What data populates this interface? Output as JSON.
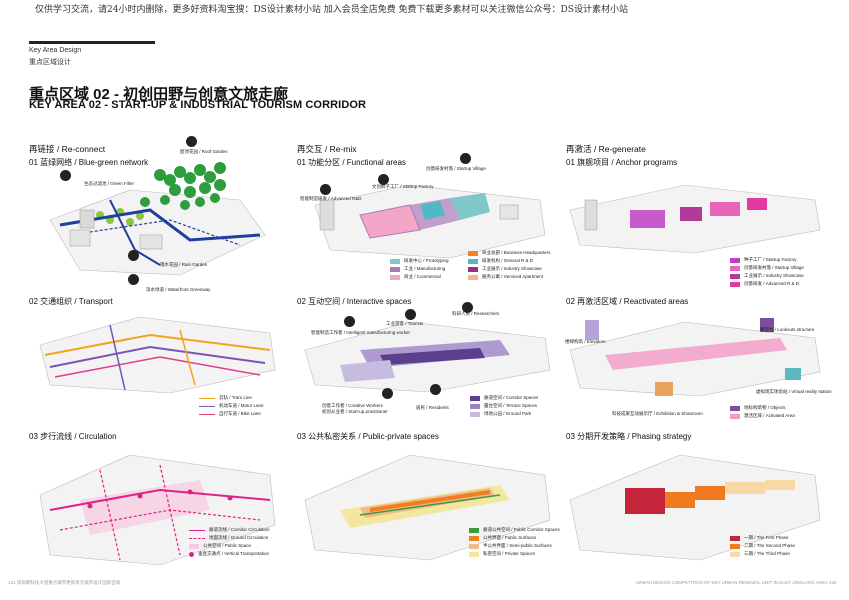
{
  "watermark": "仅供学习交流，请24小时内删除，更多好资料淘宝搜：DS设计素材小站 加入会员全店免费 免费下载更多素材可以关注微信公众号：DS设计素材小站",
  "header": {
    "section_en": "Key Area Design",
    "section_cn": "重点区域设计",
    "title_cn": "重点区域 02 - 初创田野与创意文旅走廊",
    "title_en": "KEY AREA 02 - START-UP & INDUSTRIAL TOURISM CORRIDOR"
  },
  "columns": [
    {
      "heading": "再链接 / Re-connect"
    },
    {
      "heading": "再交互 / Re-mix"
    },
    {
      "heading": "再激活 / Re-generate"
    }
  ],
  "panels": {
    "p1": {
      "title": "01 蓝绿网络 / Blue-green network",
      "annotations": [
        "屋顶花园 / Roof Garden",
        "生态过滤池 / Green Filter",
        "雨水花园 / Rain Garden",
        "滨水绿道 / Waterfront Greenway"
      ]
    },
    "p2": {
      "title": "01 功能分区 / Functional areas",
      "annotations": [
        "创意研发村落 / Startup Village",
        "文创孵子工厂 / Startup Factory",
        "智能制造研发 / Advanced R&D"
      ],
      "legend_left": [
        {
          "label": "研发中心 / Prototyping",
          "color": "#7fc7c9"
        },
        {
          "label": "工业 / Manufacturing",
          "color": "#a97ab8"
        },
        {
          "label": "商业 / Commercial",
          "color": "#f3a6c8"
        }
      ],
      "legend_right": [
        {
          "label": "商业总部 / Business Headquarters",
          "color": "#f07f28"
        },
        {
          "label": "研发机构 / General R & D",
          "color": "#4fb9c6"
        },
        {
          "label": "工业展示 / Industry Showcase",
          "color": "#9a2d8a"
        },
        {
          "label": "服务公寓 / Serviced Apartment",
          "color": "#f7b48a"
        }
      ]
    },
    "p3": {
      "title": "01 旗舰项目 / Anchor programs",
      "legend": [
        {
          "label": "种子工厂 / Startup Factory",
          "color": "#c03fc4"
        },
        {
          "label": "创意研发村落 / Startup Village",
          "color": "#e864b8"
        },
        {
          "label": "工业展示 / Industry Showcase",
          "color": "#b23a96"
        },
        {
          "label": "创意研发 / Advanced R & D",
          "color": "#e03aa0"
        }
      ]
    },
    "p4": {
      "title": "02 交通组织 / Transport",
      "legend": [
        {
          "label": "云轨 / Tram Line",
          "color": "#f4a21c"
        },
        {
          "label": "机动车道 / Motor Lane",
          "color": "#7a53b3"
        },
        {
          "label": "自行车道 / Bike Lane",
          "color": "#e23b8f"
        }
      ]
    },
    "p5": {
      "title": "02 互动空间 / Interactive spaces",
      "annotations": [
        "智能制造工作者 / Intelligent manufacturing worker",
        "工业游客 / Tourists",
        "科研人员 / Researchers",
        "创意工作者 / Creative Workers",
        "初创从业者 / Start-up practitioner",
        "居民 / Residents"
      ],
      "legend": [
        {
          "label": "廊道空间 / Corridor Spaces",
          "color": "#5b3e8c"
        },
        {
          "label": "露台空间 / Terrace Spaces",
          "color": "#9b83c7"
        },
        {
          "label": "绿地公园 / Ground Park",
          "color": "#c6bce0"
        }
      ]
    },
    "p6": {
      "title": "02 再激活区域 / Reactivated areas",
      "annotations": [
        "楼梯构筑 / Elevators",
        "瞭望台 / Lookouts structure",
        "虚拟现实体验站 / Virtual reality station",
        "科技成果互动展示厅 / Exhibition & Showroom"
      ],
      "legend": [
        {
          "label": "地标构筑物 / Objects",
          "color": "#7d4e9d"
        },
        {
          "label": "激活区域 / Activated Area",
          "color": "#f39ac4"
        }
      ]
    },
    "p7": {
      "title": "03 步行流线 / Circulation",
      "legend": [
        {
          "label": "廊道流线 / Corridor Circulation",
          "color": "#e0208a"
        },
        {
          "label": "地面流线 / Ground Circulation",
          "color": "#e0208a"
        },
        {
          "label": "公共空间 / Public Space",
          "color": "#f7c8de"
        },
        {
          "label": "垂直交通点 / Vertical Transportation",
          "color": "#e0208a"
        }
      ]
    },
    "p8": {
      "title": "03 公共私密关系 / Public-private spaces",
      "legend": [
        {
          "label": "廊道公共空间 / Public Corridor Spaces",
          "color": "#3d9a3c"
        },
        {
          "label": "公共界面 / Public Surfaces",
          "color": "#f07f1f"
        },
        {
          "label": "半公共界面 / Semi-public Surfaces",
          "color": "#f4b98a"
        },
        {
          "label": "私密空间 / Private Spaces",
          "color": "#f3e7a0"
        }
      ]
    },
    "p9": {
      "title": "03 分期开发策略 / Phasing strategy",
      "legend": [
        {
          "label": "一期 / The First Phase",
          "color": "#c4253a"
        },
        {
          "label": "二期 / The Second Phase",
          "color": "#ef7a20"
        },
        {
          "label": "三期 / The Third Phase",
          "color": "#f7d9a6"
        }
      ]
    }
  },
  "footer": {
    "left": "131   深圳南科技大道重点城市更新单元城市设计国际咨询",
    "right": "URBAN DESIGN COMPETITION OF KEY URBAN RENEWAL UNIT IN EAST JINGLANG AREA   132"
  },
  "colors": {
    "accent_pink": "#e0208a",
    "accent_purple": "#7a53b3",
    "green": "#2e9d3e",
    "blue": "#1f3fa0"
  }
}
